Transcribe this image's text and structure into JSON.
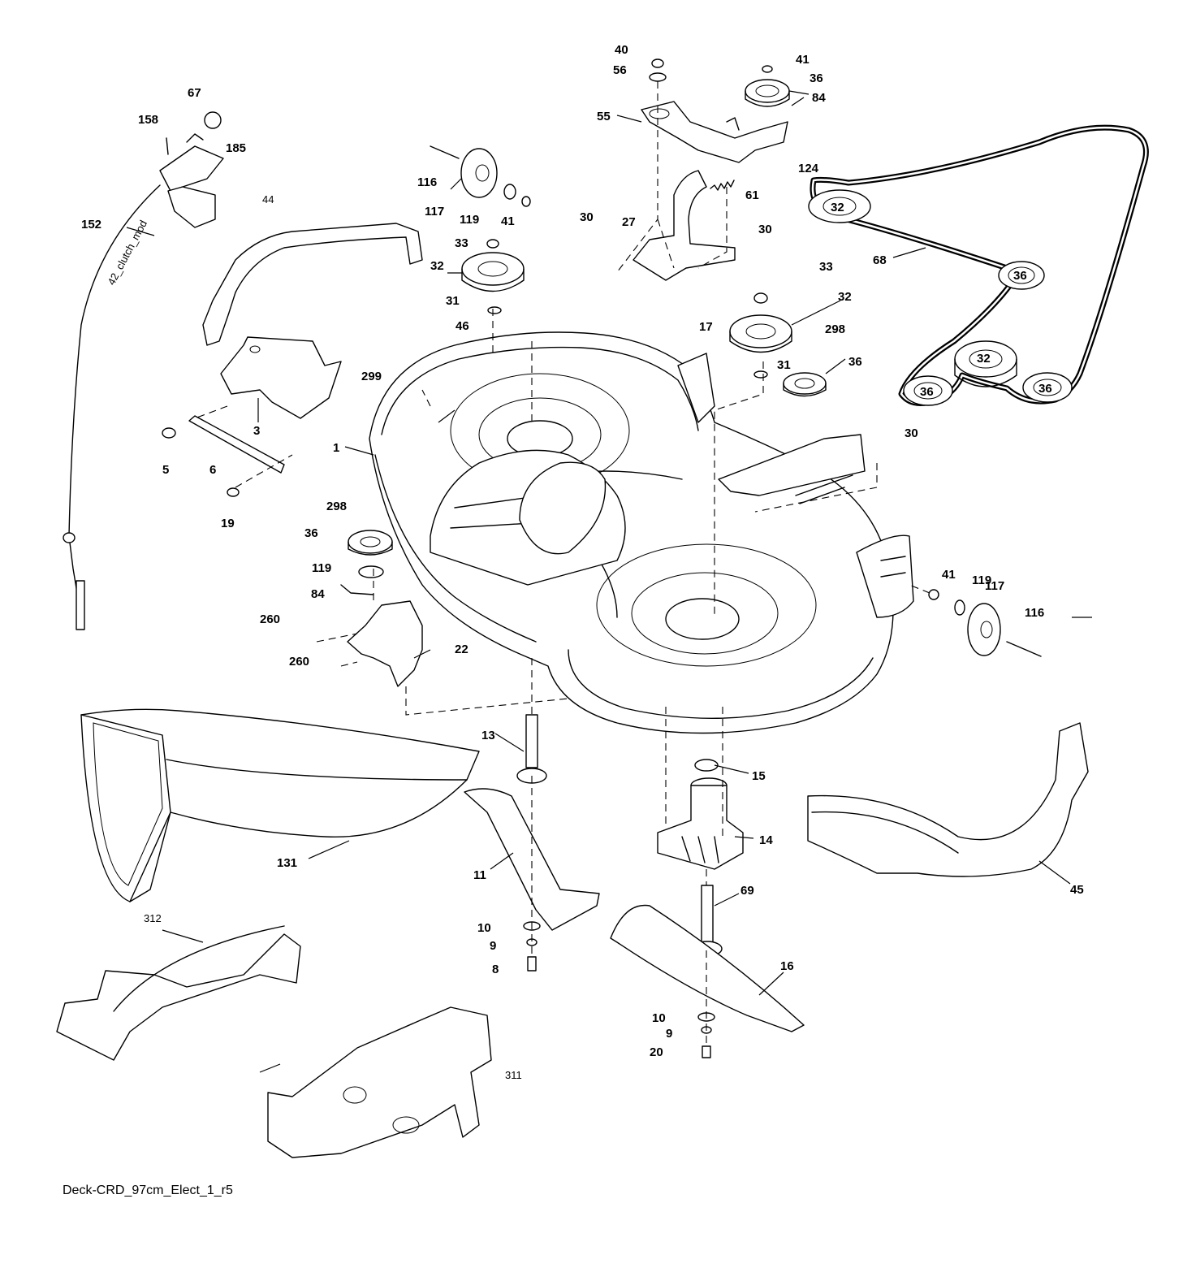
{
  "caption": "Deck-CRD_97cm_Elect_1_r5",
  "cable_text": "42_clutch_mod",
  "callouts": [
    {
      "id": "c1",
      "text": "1"
    },
    {
      "id": "c3",
      "text": "3"
    },
    {
      "id": "c5",
      "text": "5"
    },
    {
      "id": "c6",
      "text": "6"
    },
    {
      "id": "c8",
      "text": "8"
    },
    {
      "id": "c9a",
      "text": "9"
    },
    {
      "id": "c9b",
      "text": "9"
    },
    {
      "id": "c10a",
      "text": "10"
    },
    {
      "id": "c10b",
      "text": "10"
    },
    {
      "id": "c11",
      "text": "11"
    },
    {
      "id": "c13",
      "text": "13"
    },
    {
      "id": "c14",
      "text": "14"
    },
    {
      "id": "c15",
      "text": "15"
    },
    {
      "id": "c16",
      "text": "16"
    },
    {
      "id": "c17",
      "text": "17"
    },
    {
      "id": "c19",
      "text": "19"
    },
    {
      "id": "c20",
      "text": "20"
    },
    {
      "id": "c22",
      "text": "22"
    },
    {
      "id": "c27",
      "text": "27"
    },
    {
      "id": "c30a",
      "text": "30"
    },
    {
      "id": "c30b",
      "text": "30"
    },
    {
      "id": "c30c",
      "text": "30"
    },
    {
      "id": "c31a",
      "text": "31"
    },
    {
      "id": "c31b",
      "text": "31"
    },
    {
      "id": "c32a",
      "text": "32"
    },
    {
      "id": "c32b",
      "text": "32"
    },
    {
      "id": "c32c",
      "text": "32"
    },
    {
      "id": "c32d",
      "text": "32"
    },
    {
      "id": "c33a",
      "text": "33"
    },
    {
      "id": "c33b",
      "text": "33"
    },
    {
      "id": "c36a",
      "text": "36"
    },
    {
      "id": "c36b",
      "text": "36"
    },
    {
      "id": "c36c",
      "text": "36"
    },
    {
      "id": "c36d",
      "text": "36"
    },
    {
      "id": "c36e",
      "text": "36"
    },
    {
      "id": "c36f",
      "text": "36"
    },
    {
      "id": "c40",
      "text": "40"
    },
    {
      "id": "c41a",
      "text": "41"
    },
    {
      "id": "c41b",
      "text": "41"
    },
    {
      "id": "c41c",
      "text": "41"
    },
    {
      "id": "c44",
      "text": "44"
    },
    {
      "id": "c45",
      "text": "45"
    },
    {
      "id": "c46",
      "text": "46"
    },
    {
      "id": "c55",
      "text": "55"
    },
    {
      "id": "c56",
      "text": "56"
    },
    {
      "id": "c61",
      "text": "61"
    },
    {
      "id": "c67",
      "text": "67"
    },
    {
      "id": "c68",
      "text": "68"
    },
    {
      "id": "c69",
      "text": "69"
    },
    {
      "id": "c84a",
      "text": "84"
    },
    {
      "id": "c84b",
      "text": "84"
    },
    {
      "id": "c116a",
      "text": "116"
    },
    {
      "id": "c116b",
      "text": "116"
    },
    {
      "id": "c117a",
      "text": "117"
    },
    {
      "id": "c117b",
      "text": "117"
    },
    {
      "id": "c119a",
      "text": "119"
    },
    {
      "id": "c119b",
      "text": "119"
    },
    {
      "id": "c119c",
      "text": "119"
    },
    {
      "id": "c124",
      "text": "124"
    },
    {
      "id": "c131",
      "text": "131"
    },
    {
      "id": "c152",
      "text": "152"
    },
    {
      "id": "c158",
      "text": "158"
    },
    {
      "id": "c185",
      "text": "185"
    },
    {
      "id": "c260a",
      "text": "260"
    },
    {
      "id": "c260b",
      "text": "260"
    },
    {
      "id": "c298a",
      "text": "298"
    },
    {
      "id": "c298b",
      "text": "298"
    },
    {
      "id": "c299",
      "text": "299"
    },
    {
      "id": "c311",
      "text": "311"
    },
    {
      "id": "c312",
      "text": "312"
    }
  ]
}
